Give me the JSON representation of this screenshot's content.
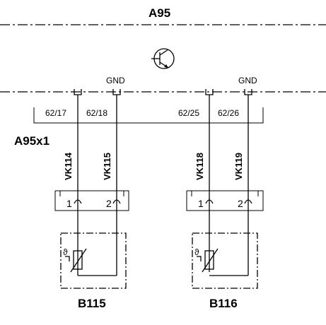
{
  "module": {
    "label": "A95"
  },
  "ground_labels": [
    "GND",
    "GND"
  ],
  "connector": {
    "label": "A95x1",
    "pins": [
      "62/17",
      "62/18",
      "62/25",
      "62/26"
    ]
  },
  "wires": [
    "VK114",
    "VK115",
    "VK118",
    "VK119"
  ],
  "sensors": [
    {
      "label": "B115",
      "pin_labels": [
        "1",
        "2"
      ]
    },
    {
      "label": "B116",
      "pin_labels": [
        "1",
        "2"
      ]
    }
  ]
}
